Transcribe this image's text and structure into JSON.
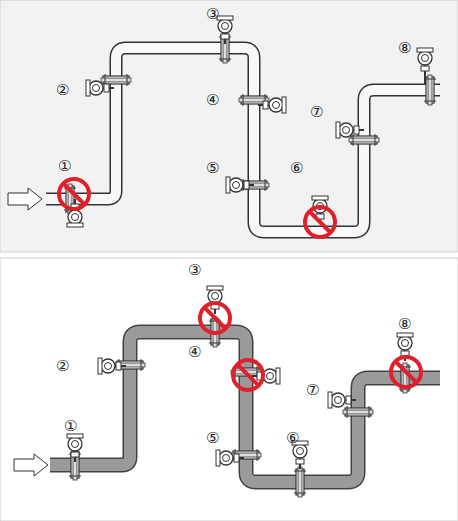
{
  "diagram": {
    "labels": [
      "①",
      "②",
      "③",
      "④",
      "⑤",
      "⑥",
      "⑦",
      "⑧",
      "①",
      "②",
      "③",
      "④",
      "⑤",
      "⑥",
      "⑦",
      "⑧"
    ]
  }
}
